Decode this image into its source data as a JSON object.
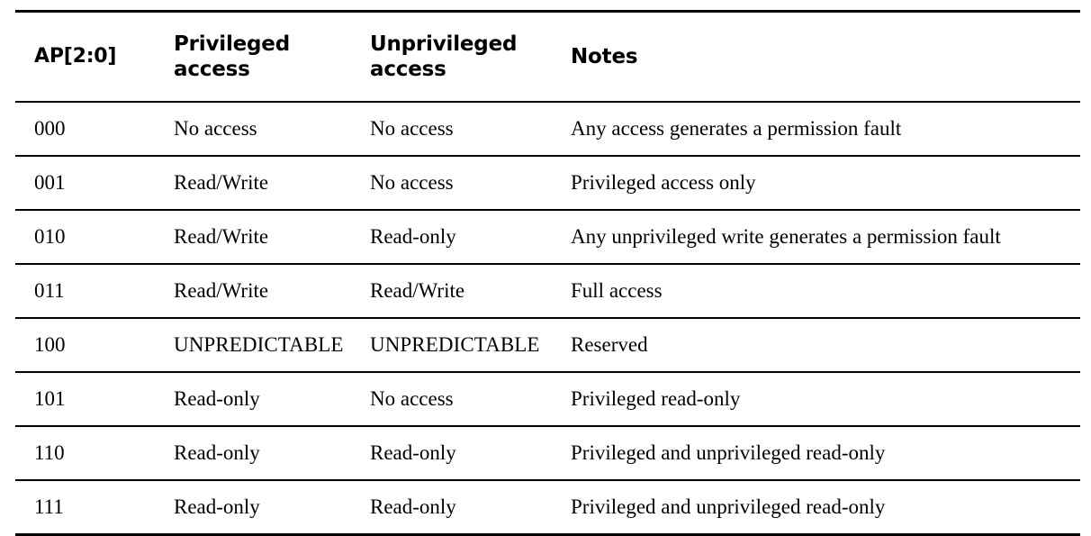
{
  "table": {
    "name": "memory-access-permissions-table",
    "columns": [
      {
        "id": "ap",
        "label_line1": "AP[2:0]",
        "label_line2": ""
      },
      {
        "id": "priv",
        "label_line1": "Privileged",
        "label_line2": "access"
      },
      {
        "id": "unpriv",
        "label_line1": "Unprivileged",
        "label_line2": "access"
      },
      {
        "id": "notes",
        "label_line1": "Notes",
        "label_line2": ""
      }
    ],
    "rows": [
      {
        "ap": "000",
        "priv": "No access",
        "unpriv": "No access",
        "notes": "Any access generates a permission fault",
        "priv_style": "normal",
        "unpriv_style": "normal"
      },
      {
        "ap": "001",
        "priv": "Read/Write",
        "unpriv": "No access",
        "notes": "Privileged access only",
        "priv_style": "normal",
        "unpriv_style": "normal"
      },
      {
        "ap": "010",
        "priv": "Read/Write",
        "unpriv": "Read-only",
        "notes": "Any unprivileged write generates a permission fault",
        "priv_style": "normal",
        "unpriv_style": "normal"
      },
      {
        "ap": "011",
        "priv": "Read/Write",
        "unpriv": "Read/Write",
        "notes": "Full access",
        "priv_style": "normal",
        "unpriv_style": "normal"
      },
      {
        "ap": "100",
        "priv": "UNPREDICTABLE",
        "unpriv": "UNPREDICTABLE",
        "notes": "Reserved",
        "priv_style": "smallcaps",
        "unpriv_style": "smallcaps"
      },
      {
        "ap": "101",
        "priv": "Read-only",
        "unpriv": "No access",
        "notes": "Privileged read-only",
        "priv_style": "normal",
        "unpriv_style": "normal"
      },
      {
        "ap": "110",
        "priv": "Read-only",
        "unpriv": "Read-only",
        "notes": "Privileged and unprivileged read-only",
        "priv_style": "normal",
        "unpriv_style": "normal"
      },
      {
        "ap": "111",
        "priv": "Read-only",
        "unpriv": "Read-only",
        "notes": "Privileged and unprivileged read-only",
        "priv_style": "normal",
        "unpriv_style": "normal"
      }
    ]
  },
  "colors": {
    "text": "#000000",
    "rule": "#000000",
    "background": "#ffffff"
  }
}
